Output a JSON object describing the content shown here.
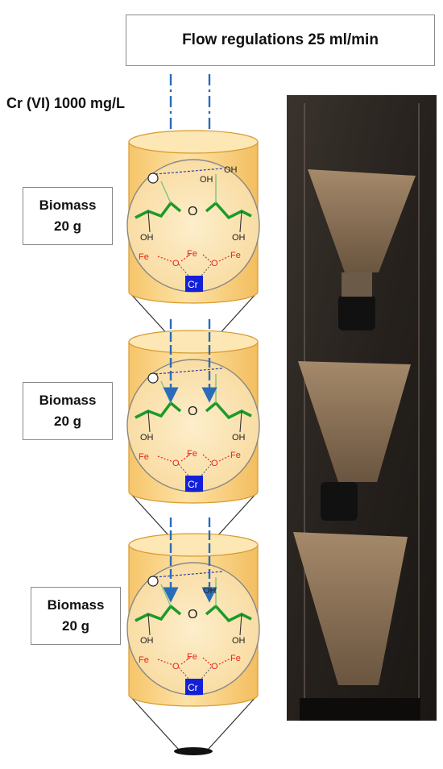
{
  "flow": {
    "label": "Flow regulations 25 ml/min"
  },
  "inlet": {
    "label": "Cr (VI) 1000 mg/L"
  },
  "columns": [
    {
      "name": "Biomass",
      "mass": "20 g"
    },
    {
      "name": "Biomass",
      "mass": "20 g"
    },
    {
      "name": "Biomass",
      "mass": "20 g"
    }
  ],
  "structure": {
    "hydroxyl": "OH",
    "ring_oxygen": "O",
    "oxygen": "O",
    "iron": "Fe",
    "chromium": "Cr"
  },
  "colors": {
    "column_fill": "#fbd587",
    "column_stroke": "#d89a2c",
    "arrow": "#2b6cb8",
    "iron_text": "#e8231a",
    "chain": "#1b9a2a",
    "chromium_box": "#1420d8",
    "photo_bg": "#2b2622"
  }
}
